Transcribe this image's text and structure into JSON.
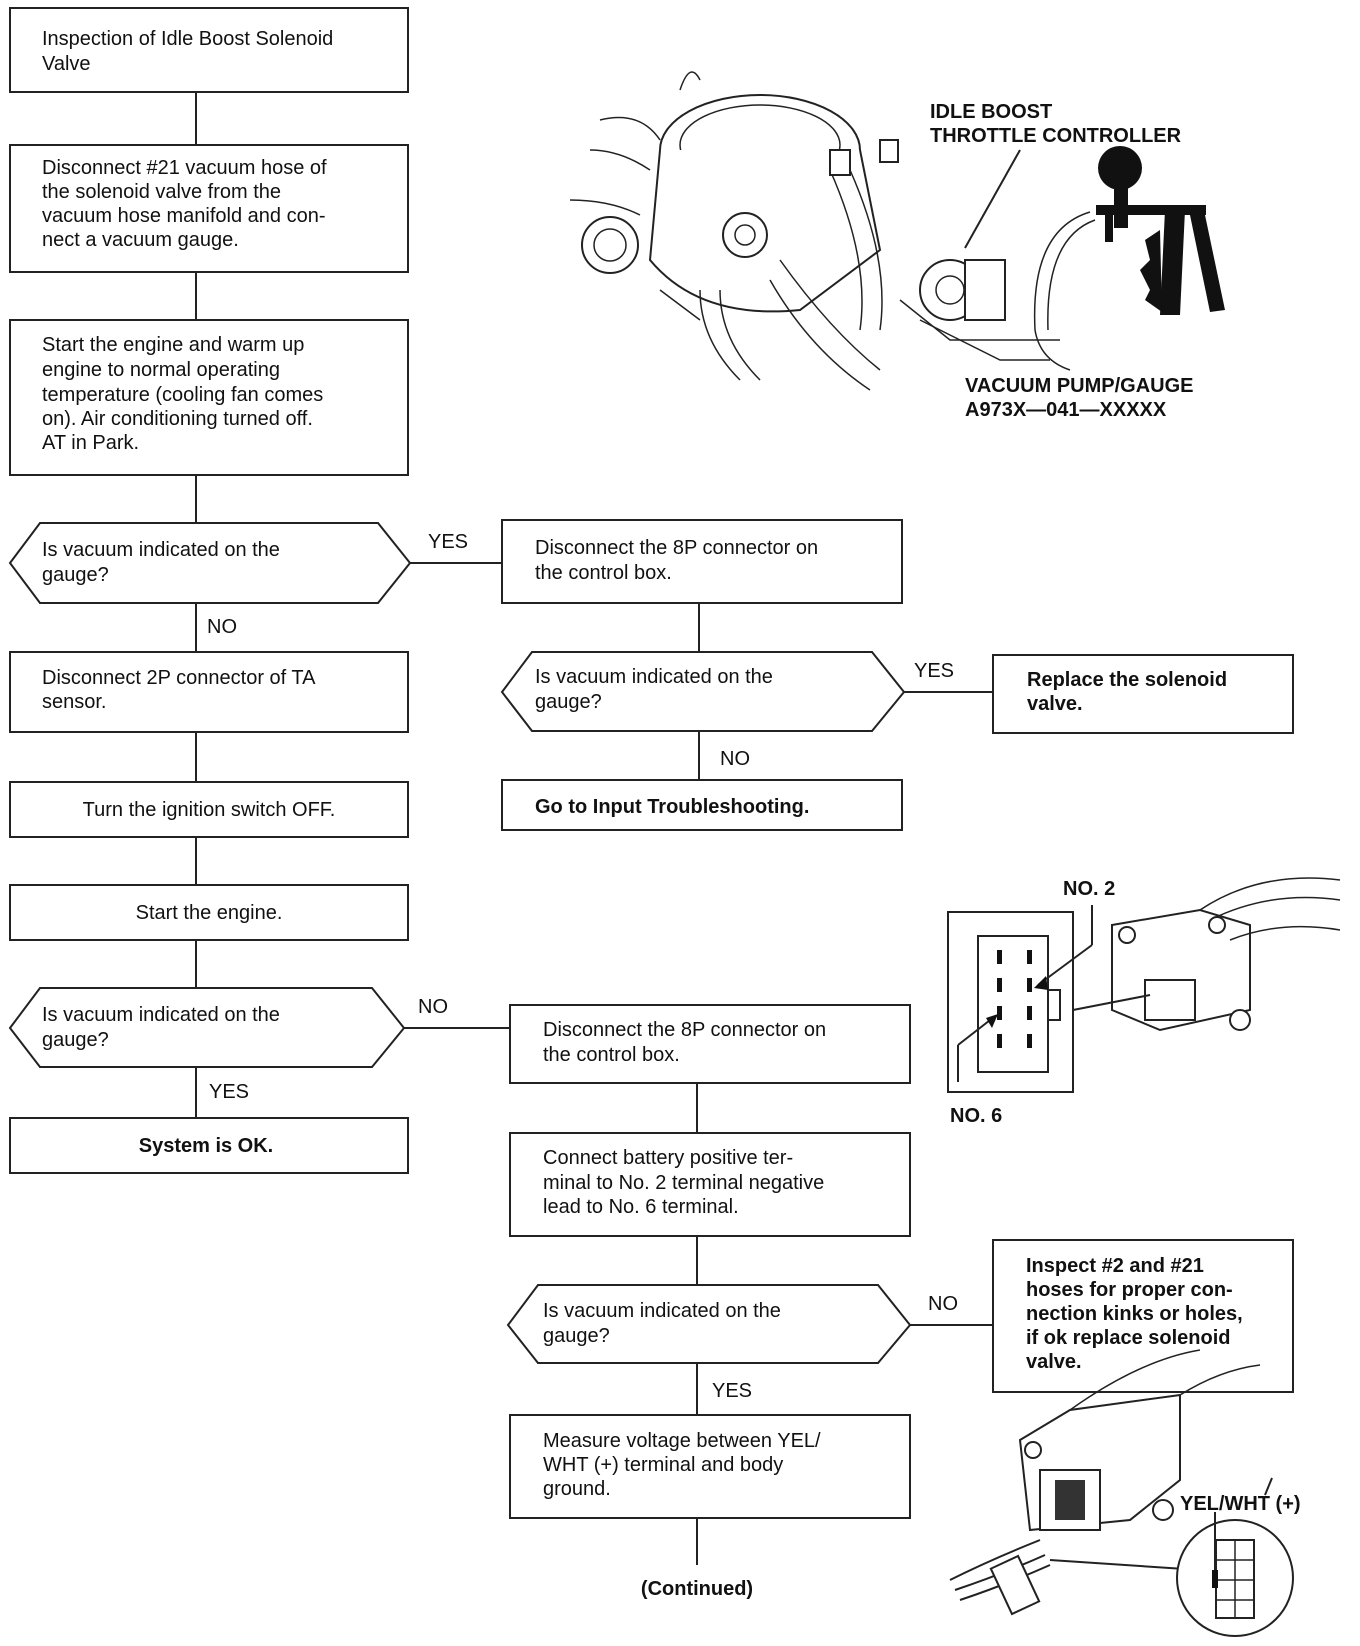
{
  "flowchart": {
    "title_box": [
      "Inspection of Idle Boost Solenoid",
      "Valve"
    ],
    "step_disconnect_hose": [
      "Disconnect #21 vacuum hose of",
      "the solenoid valve from the",
      "vacuum hose manifold and con-",
      "nect a vacuum gauge."
    ],
    "step_start_warm": [
      "Start the engine and warm up",
      "engine to normal operating",
      "temperature (cooling fan comes",
      "on). Air conditioning turned off.",
      "AT in Park."
    ],
    "decision_1": [
      "Is vacuum indicated on the",
      "gauge?"
    ],
    "decision_1_yes": "YES",
    "decision_1_no": "NO",
    "step_disconnect_8p_a": [
      "Disconnect the 8P connector on",
      "the control box."
    ],
    "decision_2": [
      "Is vacuum indicated on the",
      "gauge?"
    ],
    "decision_2_yes": "YES",
    "decision_2_no": "NO",
    "result_replace": [
      "Replace the solenoid",
      "valve."
    ],
    "result_input": "Go to Input Troubleshooting.",
    "step_disconnect_ta": [
      "Disconnect 2P connector of TA",
      "sensor."
    ],
    "step_ignition_off": "Turn the ignition switch OFF.",
    "step_start_engine": "Start the engine.",
    "decision_3": [
      "Is vacuum indicated on the",
      "gauge?"
    ],
    "decision_3_no": "NO",
    "decision_3_yes": "YES",
    "result_ok": "System is OK.",
    "step_disconnect_8p_b": [
      "Disconnect the 8P connector on",
      "the control box."
    ],
    "step_connect_battery": [
      "Connect battery positive ter-",
      "minal to No. 2 terminal negative",
      "lead to No. 6 terminal."
    ],
    "decision_4": [
      "Is vacuum indicated on the",
      "gauge?"
    ],
    "decision_4_no": "NO",
    "decision_4_yes": "YES",
    "result_inspect_hoses": [
      "Inspect #2 and #21",
      "hoses for proper con-",
      "nection kinks or holes,",
      "if ok replace solenoid",
      "valve."
    ],
    "step_measure_voltage": [
      "Measure voltage between YEL/",
      "WHT (+) terminal and body",
      "ground."
    ],
    "continued": "(Continued)"
  },
  "illustrations": {
    "throttle_label": [
      "IDLE BOOST",
      "THROTTLE CONTROLLER"
    ],
    "pump_label": [
      "VACUUM PUMP/GAUGE",
      "A973X—041—XXXXX"
    ],
    "terminal_no2": "NO. 2",
    "terminal_no6": "NO. 6",
    "yel_wht_label": "YEL/WHT (+)"
  }
}
